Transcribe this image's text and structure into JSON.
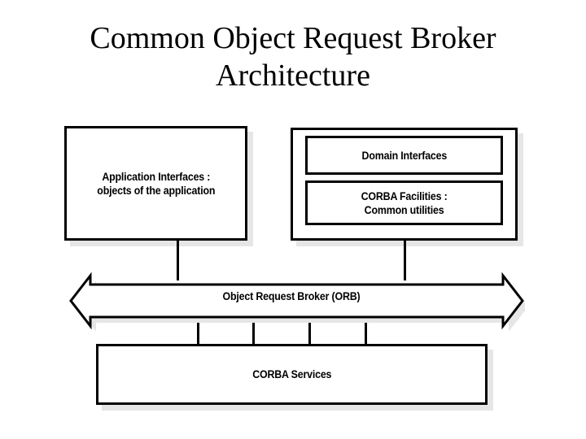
{
  "slide": {
    "title": "Common Object Request Broker\nArchitecture",
    "background_color": "#ffffff",
    "line_color": "#000000",
    "shadow_color": "#e6e6e6"
  },
  "diagram": {
    "application_box": {
      "label": "Application Interfaces :\nobjects of the application"
    },
    "right_group": {
      "domain_box": {
        "label": "Domain Interfaces"
      },
      "facilities_box": {
        "label": "CORBA Facilities :\nCommon utilities"
      }
    },
    "orb_bar": {
      "label": "Object Request Broker (ORB)",
      "shape": "double-headed-arrow"
    },
    "services_box": {
      "label": "CORBA Services"
    }
  }
}
